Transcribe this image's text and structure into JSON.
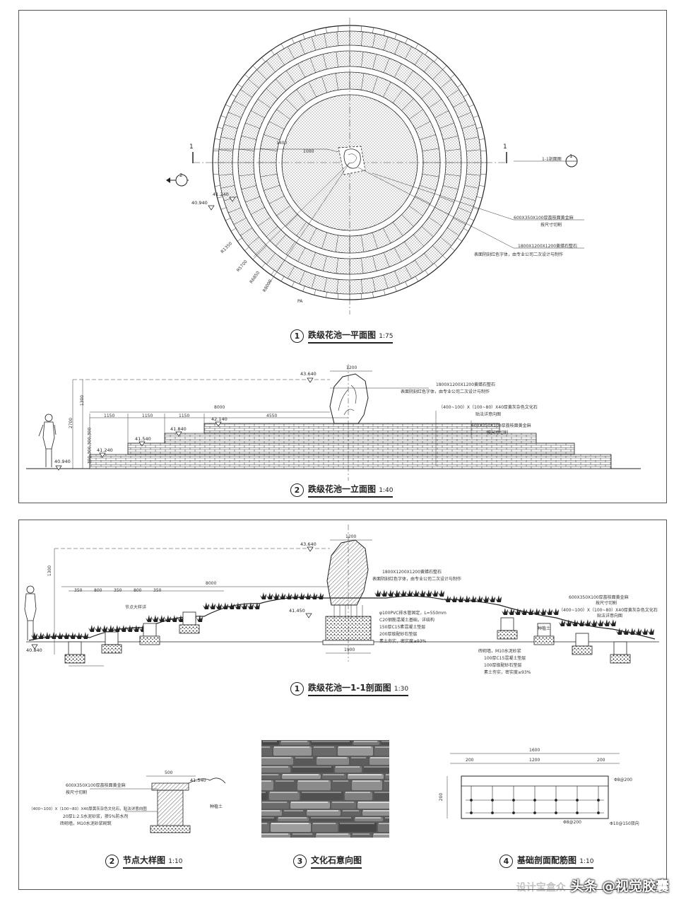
{
  "plan": {
    "caption_num": "1",
    "caption_title": "跌级花池一平面图",
    "caption_scale": "1:75",
    "section_mark_left": "1",
    "section_mark_right": "1",
    "section_ref": "1-1剖面图",
    "section_ref_num": "1",
    "elevation_ref_num": "2",
    "level_1": "40.940",
    "level_2": "41.240",
    "note_paving": "600X350X100厚荔枝面黄金麻",
    "note_paving_2": "按尺寸切割",
    "note_stone": "1800X1200X1200黄蜡石整石",
    "note_stone_2": "表面阴刻红色字体，由专业公司二次设计与制作",
    "radii": [
      "R1350",
      "R5700",
      "R6850",
      "R8000"
    ],
    "dim_center": "1000",
    "dim_top": "1400",
    "pa_label": "PA"
  },
  "elevation": {
    "caption_num": "2",
    "caption_title": "跌级花池一立面图",
    "caption_scale": "1:40",
    "dims_top": [
      "1150",
      "1150",
      "1150",
      "4550"
    ],
    "dim_total": "8000",
    "dim_stone": "1200",
    "dim_height_1": "1300",
    "dim_height_2": "2700",
    "dim_steps": "300,300,300,300",
    "levels": [
      "43.640",
      "42.140",
      "41.840",
      "41.540",
      "41.240",
      "40.940"
    ],
    "note_stone": "1800X1200X1200黄蜡石整石",
    "note_stone_2": "表面阴刻红色字体，由专业公司二次设计与制作",
    "note_wall": "（400~100）X（100~80）X40厚黄灰杂色文化石",
    "note_wall_2": "贴法详意向图",
    "note_cap": "600X350X100厚荔枝面黄金麻",
    "note_cap_2": "按尺寸切割"
  },
  "section": {
    "caption_num": "1",
    "caption_title": "跌级花池一1-1剖面图",
    "caption_scale": "1:30",
    "level_top": "43.640",
    "level_mid": "41.450",
    "level_low": "40.840",
    "dim_total": "8000",
    "dim_stone": "1200",
    "dim_height": "1300",
    "dim_base": "1900",
    "dims_top": [
      "350",
      "800",
      "350",
      "800",
      "350"
    ],
    "note_stone": "1800X1200X1200黄蜡石整石",
    "note_stone_2": "表面阴刻红色字体，由专业公司二次设计与制作",
    "note_pipe": "φ100PVC排水管固定，L=550mm",
    "note_c20": "C20钢筋混凝土基础，详结构",
    "note_gravel": "150厚C15素混凝土垫层",
    "note_base": "200厚级配砂石垫层",
    "note_soil": "素土夯实，密实度≥93%",
    "note_cap": "600X350X100厚荔枝面黄金麻",
    "note_cap_2": "按尺寸切割",
    "note_wall": "（400~100）X（100~80）X40厚黄灰杂色文化石",
    "note_wall_2": "贴法详意向图",
    "note_plant": "种植土",
    "note_layers": [
      "砖砌墙，M10水泥砂浆",
      "100厚C15混凝土垫层",
      "100厚级配砂石垫层",
      "素土夯实，密实度≥93%"
    ],
    "node_ref": "节点大样详"
  },
  "detail": {
    "caption_num": "2",
    "caption_title": "节点大样图",
    "caption_scale": "1:10",
    "note_1": "600X350X100厚荔枝面黄金麻",
    "note_1b": "按尺寸切割",
    "note_2": "（400~100）X（100~80）X40厚黄灰杂色文化石，贴法详意向图",
    "note_3": "20厚1:2.5水泥砂浆，掺5%防水剂",
    "note_4": "砖砌墙，M10水泥砂浆砌筑",
    "note_soil": "种植土",
    "dim_top": "500",
    "level": "41.540"
  },
  "stone": {
    "caption_num": "3",
    "caption_title": "文化石意向图"
  },
  "rebar": {
    "caption_num": "4",
    "caption_title": "基础剖面配筋图",
    "caption_scale": "1:10",
    "dim_total": "1600",
    "dims": [
      "200",
      "1200",
      "200"
    ],
    "dim_h": "200",
    "note_top": "Φ8@200",
    "note_bot": "Φ8@200",
    "note_side": "Φ10@150双向"
  },
  "watermark": "头条 @视觉胶囊",
  "watermark_faded": "设计宝盒众"
}
